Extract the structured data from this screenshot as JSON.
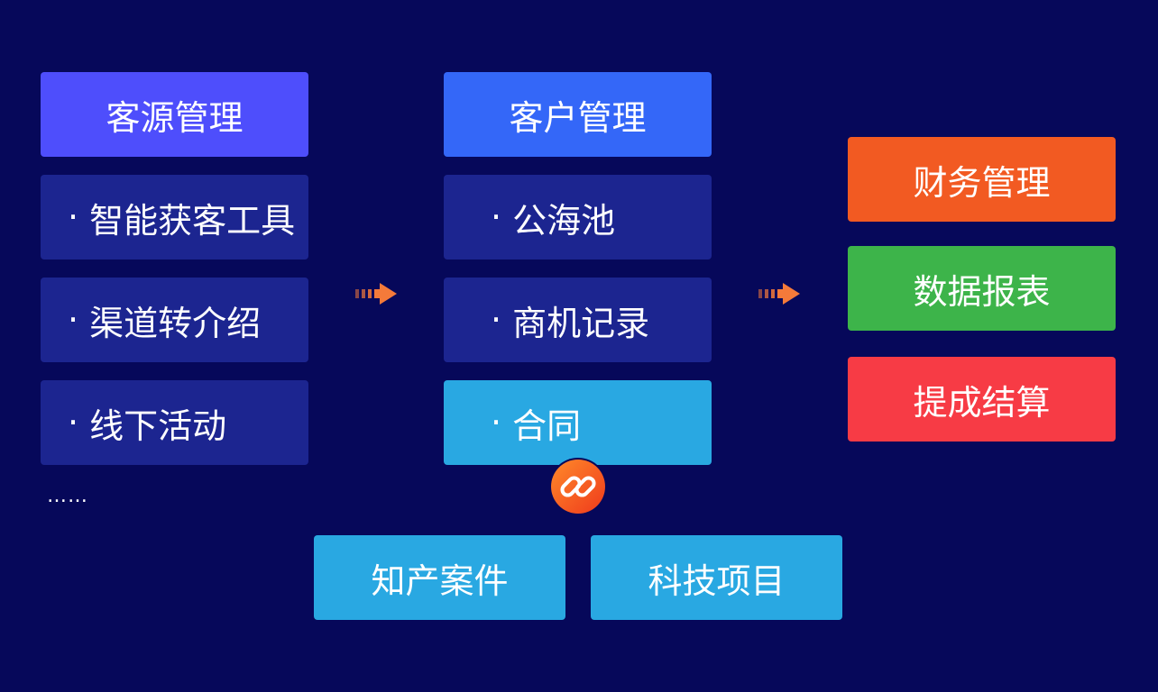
{
  "colors": {
    "background": "#06085a",
    "header_purple": "#4e4efc",
    "header_blue": "#3467f8",
    "item_dark": "#1c2590",
    "item_light": "#29a8e2",
    "finance_orange": "#f25a22",
    "report_green": "#3db44a",
    "commission_red": "#f73b45",
    "arrow_orange": "#f47a3a",
    "link_circle": "#f75a22"
  },
  "icons": {
    "arrow_left": "dotted-arrow-right-icon",
    "arrow_right": "dotted-arrow-right-icon",
    "link": "link-chain-icon"
  },
  "column1": {
    "header": "客源管理",
    "items": [
      {
        "bullet": "·",
        "label": "智能获客工具"
      },
      {
        "bullet": "·",
        "label": "渠道转介绍"
      },
      {
        "bullet": "·",
        "label": "线下活动"
      }
    ],
    "ellipsis": "……"
  },
  "column2": {
    "header": "客户管理",
    "items": [
      {
        "bullet": "·",
        "label": "公海池"
      },
      {
        "bullet": "·",
        "label": "商机记录"
      },
      {
        "bullet": "·",
        "label": "合同"
      }
    ]
  },
  "column3": {
    "items": [
      {
        "label": "财务管理"
      },
      {
        "label": "数据报表"
      },
      {
        "label": "提成结算"
      }
    ]
  },
  "bottom": {
    "items": [
      {
        "label": "知产案件"
      },
      {
        "label": "科技项目"
      }
    ]
  }
}
